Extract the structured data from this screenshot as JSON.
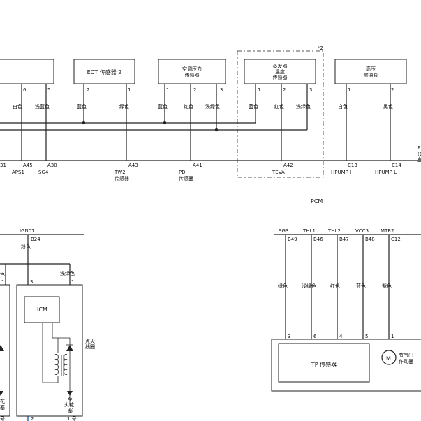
{
  "note_mark": "*2",
  "sensors": {
    "ect2": "ECT 传感器 2",
    "ac_pressure": [
      "空调压力",
      "传感器"
    ],
    "evaporator": [
      "蒸发器",
      "温度",
      "传感器"
    ],
    "high_pressure": [
      "高压",
      "燃油泵"
    ]
  },
  "pins_top": {
    "p6": "6",
    "p5": "5",
    "ect_2": "2",
    "ect_1": "1",
    "ac_1": "1",
    "ac_2": "2",
    "ac_3": "3",
    "ev_1": "1",
    "ev_2": "2",
    "ev_3": "3",
    "hp_1": "1",
    "hp_2": "2"
  },
  "wire_colors_top": {
    "w1": "白色",
    "w2": "浅蓝色",
    "w3": "蓝色",
    "w4": "绿色",
    "w5": "蓝色",
    "w6": "红色",
    "w7": "浅绿色",
    "w8": "蓝色",
    "w9": "红色",
    "w10": "浅绿色",
    "w11": "白色",
    "w12": "黑色"
  },
  "pcm_pins": {
    "a31": "31",
    "a45": "A45",
    "a30": "A30",
    "a43": "A43",
    "a41": "A41",
    "a42": "A42",
    "c13": "C13",
    "c14": "C14"
  },
  "pcm_signals": {
    "aps1": "APS1",
    "sg4": "SG4",
    "tw2": [
      "TW2",
      "传感器"
    ],
    "pd": [
      "PD",
      "传感器"
    ],
    "teva": "TEVA",
    "hpump_h": "HPUMP H",
    "hpump_l": "HPUMP L",
    "edge_p": "P",
    "edge_paren": "(1"
  },
  "pcm_label": "PCM",
  "bottom_left": {
    "ign": "IGN01",
    "b24": "B24",
    "pink": "粉色",
    "lt_green": "浅绿色",
    "edge_color": "色",
    "pin_1a": "1",
    "pin_3": "3",
    "pin_1b": "1",
    "icm": "ICM",
    "coil": [
      "点火",
      "线圈"
    ],
    "spark": [
      "至",
      "火花",
      "塞"
    ],
    "bottom_2": "2",
    "bottom_1": "1 号",
    "edge_num": "号",
    "edge_c1": "花",
    "edge_c2": "塞"
  },
  "bottom_right": {
    "signals": [
      "SG3",
      "THL1",
      "THL2",
      "VCC3",
      "MTR2"
    ],
    "pins": [
      "B49",
      "B46",
      "B47",
      "B48",
      "C12"
    ],
    "colors": [
      "绿色",
      "浅绿色",
      "红色",
      "蓝色",
      "紫色"
    ],
    "conn": [
      "3",
      "6",
      "4",
      "5",
      "1"
    ],
    "tp": "TP 传感器",
    "motor": "M",
    "throttle": [
      "节气门",
      "作动器"
    ]
  }
}
